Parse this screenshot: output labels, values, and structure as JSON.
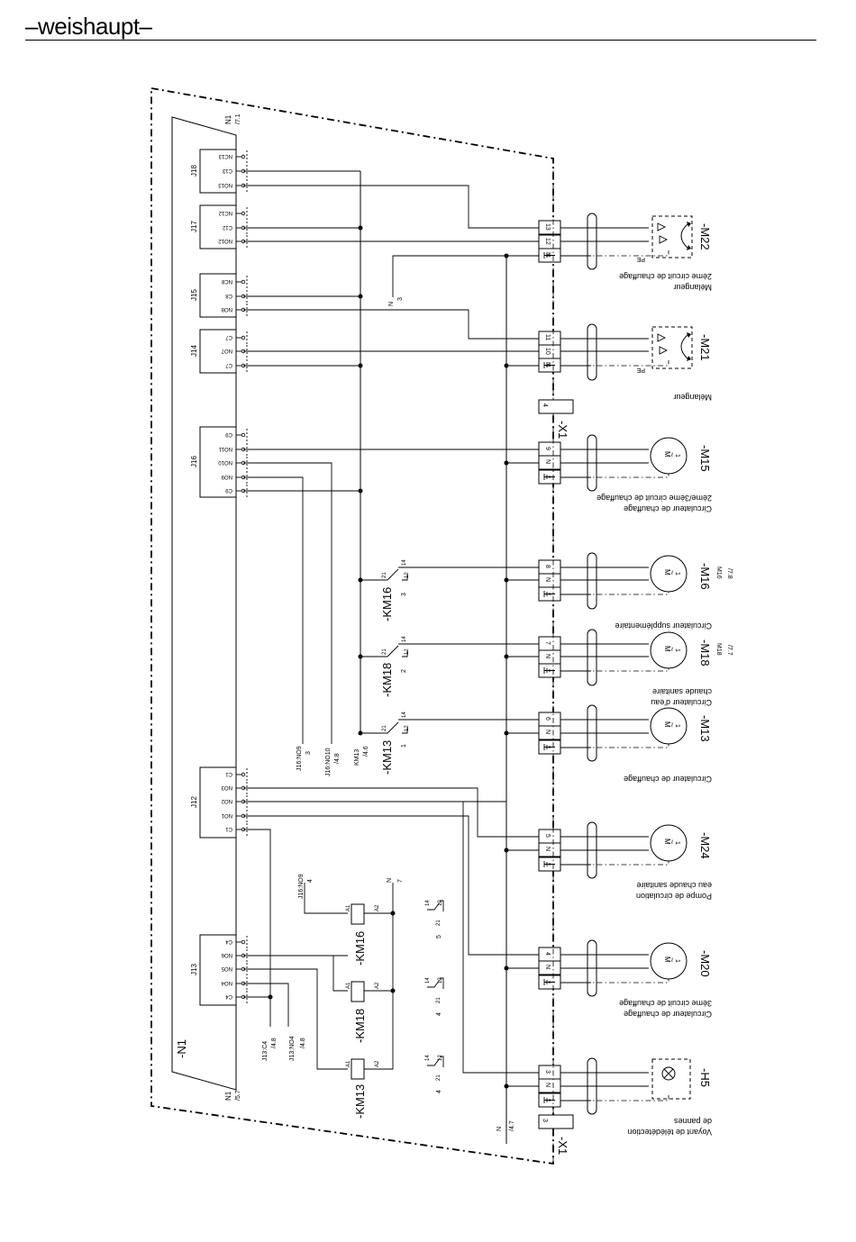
{
  "header": {
    "brand": "weishaupt"
  },
  "n1": {
    "label": "-N1",
    "ref_top_name": "N1",
    "ref_top_page": "/7.1",
    "ref_bottom_name": "N1",
    "ref_bottom_page": "/5.7"
  },
  "connectors": [
    {
      "name": "J18",
      "pins": [
        "NC13",
        "C13",
        "NO13"
      ]
    },
    {
      "name": "J17",
      "pins": [
        "NC12",
        "C12",
        "NO12"
      ]
    },
    {
      "name": "J15",
      "pins": [
        "NC8",
        "C8",
        "NO8"
      ]
    },
    {
      "name": "J14",
      "pins": [
        "C7",
        "NO7",
        "C7"
      ]
    },
    {
      "name": "J16",
      "pins": [
        "C9",
        "NO11",
        "NO10",
        "NO9",
        "C9"
      ]
    },
    {
      "name": "J12",
      "pins": [
        "C1",
        "NO3",
        "NO2",
        "NO1",
        "C1"
      ]
    },
    {
      "name": "J13",
      "pins": [
        "C4",
        "NO6",
        "NO5",
        "NO4",
        "C4"
      ]
    }
  ],
  "x1": {
    "label": "-X1",
    "box_top": "4",
    "box_bottom": "3",
    "pe": "N",
    "pe_label": "PE"
  },
  "terminals": [
    {
      "id": "m22",
      "num": "13",
      "num2": "12",
      "n": "N",
      "device": "-M22",
      "desc1": "Mélangeur",
      "desc2": "2ème circuit de chauffage",
      "pe": "PE"
    },
    {
      "id": "m21",
      "num": "11",
      "num2": "10",
      "n": "N",
      "device": "-M21",
      "desc1": "Mélangeur",
      "desc2": "",
      "pe": "PE"
    },
    {
      "id": "m15",
      "num": "9",
      "n": "N",
      "device": "-M15",
      "desc1": "Circulateur de chauffage",
      "desc2": "2ème/3ème circuit de chauffage",
      "ref": "",
      "page": ""
    },
    {
      "id": "m16",
      "num": "8",
      "n": "N",
      "device": "-M16",
      "desc1": "Circulateur supplémentaire",
      "desc2": "",
      "ref": "M16",
      "page": "/7.8"
    },
    {
      "id": "m18",
      "num": "7",
      "n": "N",
      "device": "-M18",
      "desc1": "Circulateur d'eau",
      "desc2": "chaude sanitaire",
      "ref": "M18",
      "page": "/7.7"
    },
    {
      "id": "m13",
      "num": "6",
      "n": "N",
      "device": "-M13",
      "desc1": "Circulateur de chauffage",
      "desc2": "",
      "ref": "",
      "page": ""
    },
    {
      "id": "m24",
      "num": "5",
      "n": "N",
      "device": "-M24",
      "desc1": "Pompe de circulation",
      "desc2": "eau chaude sanitaire",
      "ref": "",
      "page": ""
    },
    {
      "id": "m20",
      "num": "4",
      "n": "N",
      "device": "-M20",
      "desc1": "Circulateur de chauffage",
      "desc2": "3ème circuit de chauffage",
      "ref": "",
      "page": ""
    },
    {
      "id": "h5",
      "num": "3",
      "n": "N",
      "device": "-H5",
      "desc1": "Voyant de télédétection",
      "desc2": "de pannes",
      "ref": "",
      "page": ""
    }
  ],
  "motor": {
    "m": "M",
    "tilde": "~",
    "one": "1"
  },
  "relays": [
    {
      "label": "-KM16",
      "c21": "21",
      "c14": "14",
      "c12": "12",
      "col": "3"
    },
    {
      "label": "-KM18",
      "c21": "21",
      "c14": "14",
      "c12": "12",
      "col": "2"
    },
    {
      "label": "-KM13",
      "c21": "21",
      "c14": "14",
      "c12": "12",
      "col": "1"
    }
  ],
  "coils": [
    {
      "label": "-KM16",
      "a1": "A1",
      "a2": "A2",
      "c14": "14",
      "c21": "21",
      "c12": "12",
      "col": "5"
    },
    {
      "label": "-KM18",
      "a1": "A1",
      "a2": "A2",
      "c14": "14",
      "c21": "21",
      "c12": "12",
      "col": "4"
    },
    {
      "label": "-KM13",
      "a1": "A1",
      "a2": "A2",
      "c14": "14",
      "c21": "21",
      "c12": "12",
      "col": "4"
    }
  ],
  "refs": {
    "n3": "N",
    "n3col": "3",
    "n7": "N",
    "n7col": "7",
    "j16no9a": "J16:NO9",
    "j16no9a_col": "3",
    "j16no10": "J16:NO10",
    "j16no10_page": "/4.8",
    "km13": "KM13",
    "km13_page": "/4.6",
    "j16no9b": "J16:NO9",
    "j16no9b_col": "4",
    "j13c4": "J13:C4",
    "j13c4_page": "/4.8",
    "j13no4": "J13:NO4",
    "j13no4_page": "/4.8",
    "n_bottom": "N",
    "n_bottom_page": "/4.7"
  }
}
